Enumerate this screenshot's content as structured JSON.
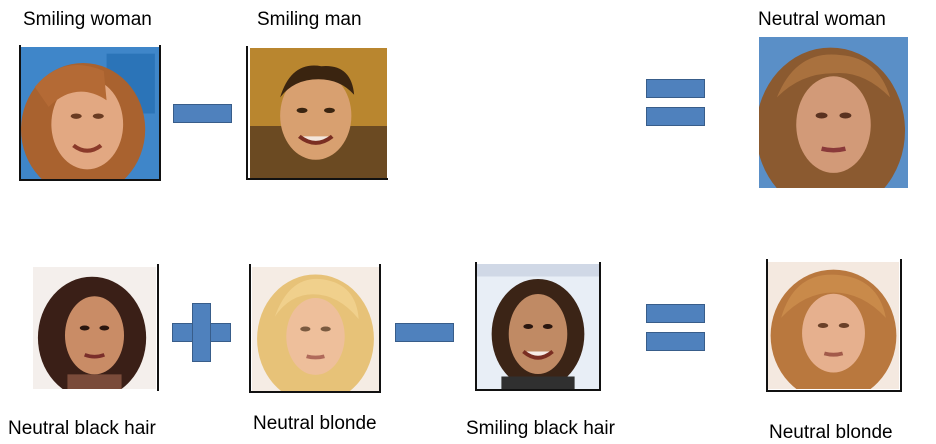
{
  "row1": {
    "a_label": "Smiling woman",
    "b_label": "Smiling man",
    "result_label": "Neutral woman"
  },
  "row2": {
    "a_label": "Neutral black hair",
    "b_label": "Neutral blonde",
    "c_label": "Smiling black hair",
    "result_label": "Neutral blonde"
  },
  "colors": {
    "operator_fill": "#4f81bd",
    "operator_border": "#385d8a"
  }
}
